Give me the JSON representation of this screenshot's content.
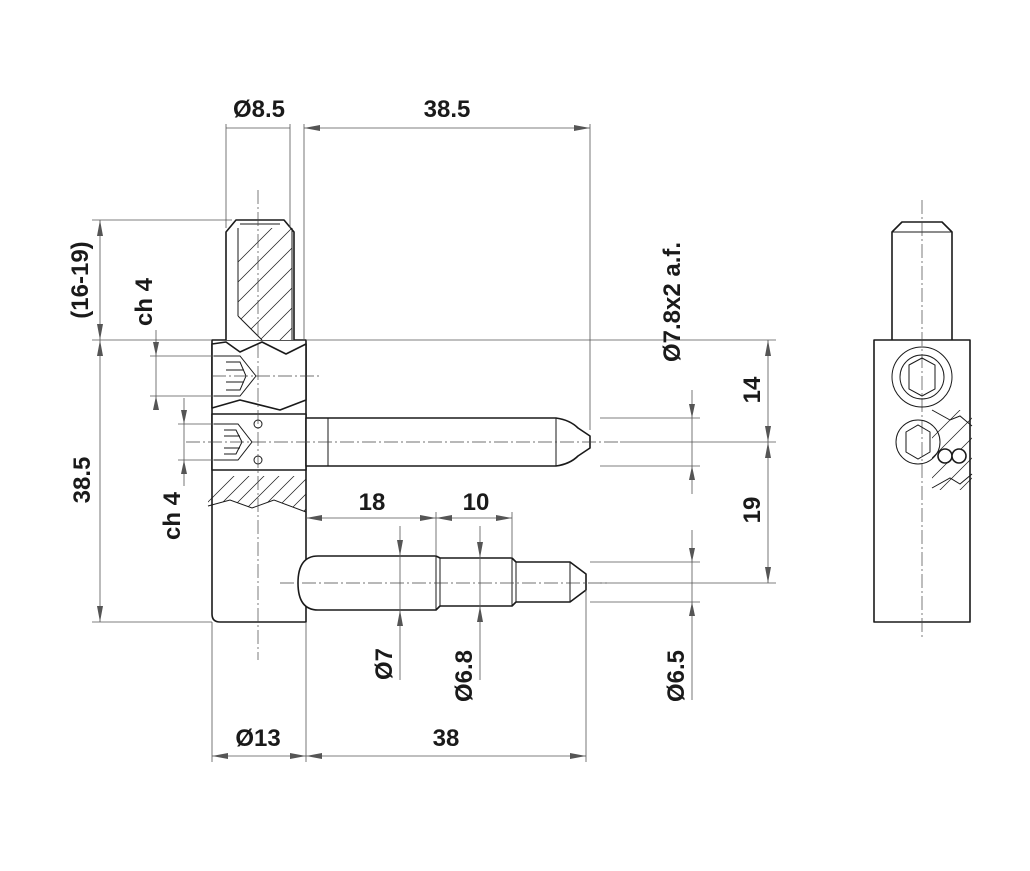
{
  "drawing": {
    "colors": {
      "line": "#1a1a1a",
      "dimension": "#555555",
      "background": "#ffffff"
    },
    "dimensions": {
      "d_top_pin": "Ø8.5",
      "len_top_pin": "38.5",
      "adjust_range": "(16-19)",
      "hex_top": "ch 4",
      "hex_bottom": "ch 4",
      "body_height": "38.5",
      "hex_key": "Ø7.8x2 a.f.",
      "spacing_upper": "14",
      "spacing_lower": "19",
      "len_18": "18",
      "len_10": "10",
      "d_7": "Ø7",
      "d_6_8": "Ø6.8",
      "d_6_5": "Ø6.5",
      "d_13": "Ø13",
      "len_38": "38"
    }
  }
}
